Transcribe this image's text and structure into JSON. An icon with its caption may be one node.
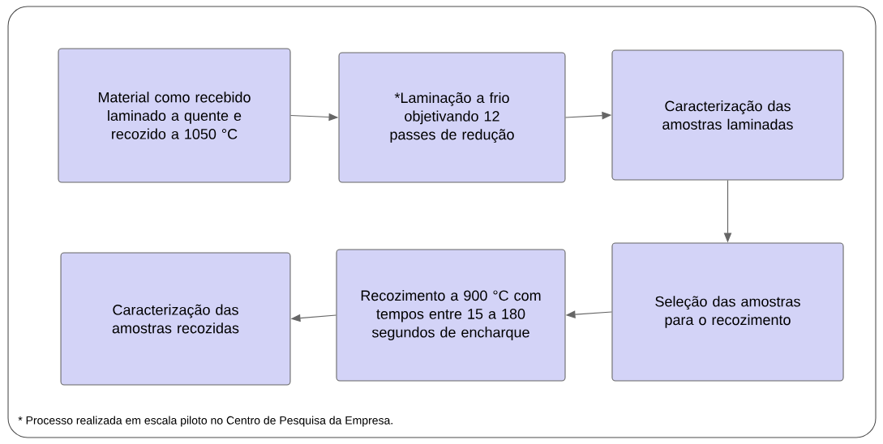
{
  "diagram": {
    "nodes": [
      {
        "text": [
          "Material como recebido laminado a quente e recozido a 1050 °C"
        ]
      },
      {
        "text": [
          "*Laminação a frio objetivando 12 passes de redução"
        ]
      },
      {
        "text": [
          "Caracterização das amostras laminadas"
        ]
      },
      {
        "text": [
          "Seleção das amostras para o recozimento"
        ]
      },
      {
        "text": [
          "Recozimento a 900 °C com tempos entre 15 a 180 segundos de encharque"
        ]
      },
      {
        "text": [
          "Caracterização das amostras recozidas"
        ]
      }
    ],
    "edges": [
      {
        "from": 0,
        "to": 1,
        "arrow": "to"
      },
      {
        "from": 1,
        "to": 2,
        "arrow": "to"
      },
      {
        "from": 2,
        "to": 3,
        "arrow": "to"
      },
      {
        "from": 3,
        "to": 4,
        "arrow": "to"
      },
      {
        "from": 4,
        "to": 5,
        "arrow": "to"
      }
    ],
    "labels": [
      "* Processo realizada em escala piloto no Centro de Pesquisa da Empresa."
    ]
  }
}
